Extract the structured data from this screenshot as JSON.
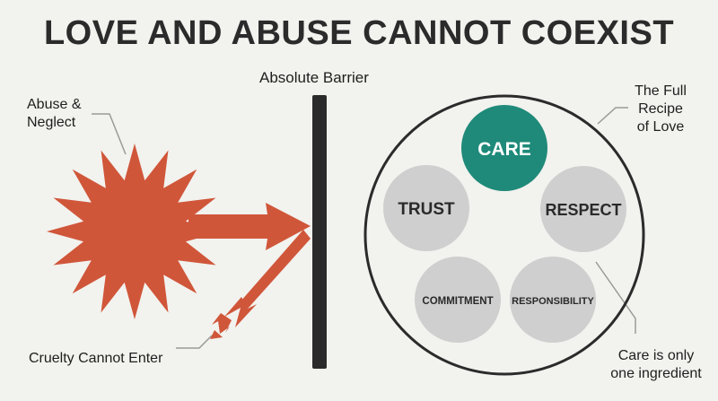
{
  "title": "LOVE AND ABUSE CANNOT COEXIST",
  "labels": {
    "barrier": "Absolute Barrier",
    "abuse_line1": "Abuse &",
    "abuse_line2": "Neglect",
    "cruelty": "Cruelty Cannot Enter",
    "recipe_line1": "The Full",
    "recipe_line2": "Recipe",
    "recipe_line3": "of Love",
    "care_only_line1": "Care is only",
    "care_only_line2": "one ingredient"
  },
  "ingredients": [
    {
      "label": "CARE",
      "color": "#1f8a7a",
      "text_color": "#ffffff"
    },
    {
      "label": "TRUST",
      "color": "#cfcfcf",
      "text_color": "#2a2a2a"
    },
    {
      "label": "RESPECT",
      "color": "#cfcfcf",
      "text_color": "#2a2a2a"
    },
    {
      "label": "COMMITMENT",
      "color": "#cfcfcf",
      "text_color": "#2a2a2a"
    },
    {
      "label": "RESPONSIBILITY",
      "color": "#cfcfcf",
      "text_color": "#2a2a2a"
    }
  ],
  "colors": {
    "abuse": "#d0563a",
    "barrier": "#2b2b2b",
    "care": "#1f8a7a",
    "ingredient": "#cfcfcf"
  },
  "icons": [
    "starburst-icon",
    "arrow-icon",
    "broken-arrow-icon"
  ]
}
